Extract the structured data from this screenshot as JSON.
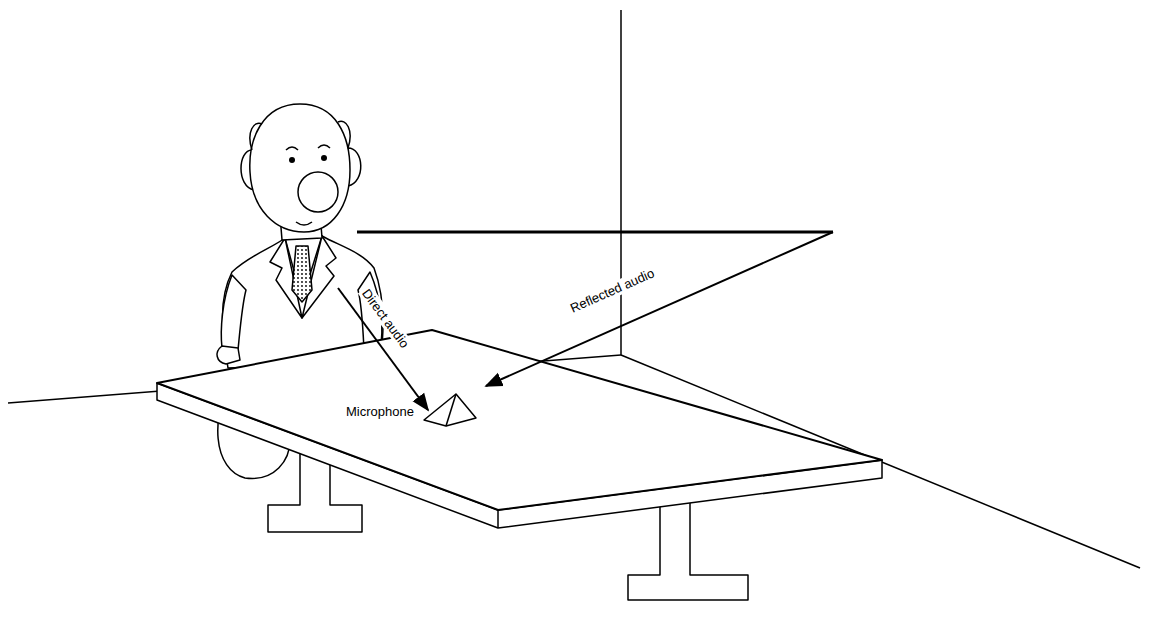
{
  "diagram": {
    "labels": [
      "Direct audio",
      "Reflected audio",
      "Microphone"
    ]
  }
}
